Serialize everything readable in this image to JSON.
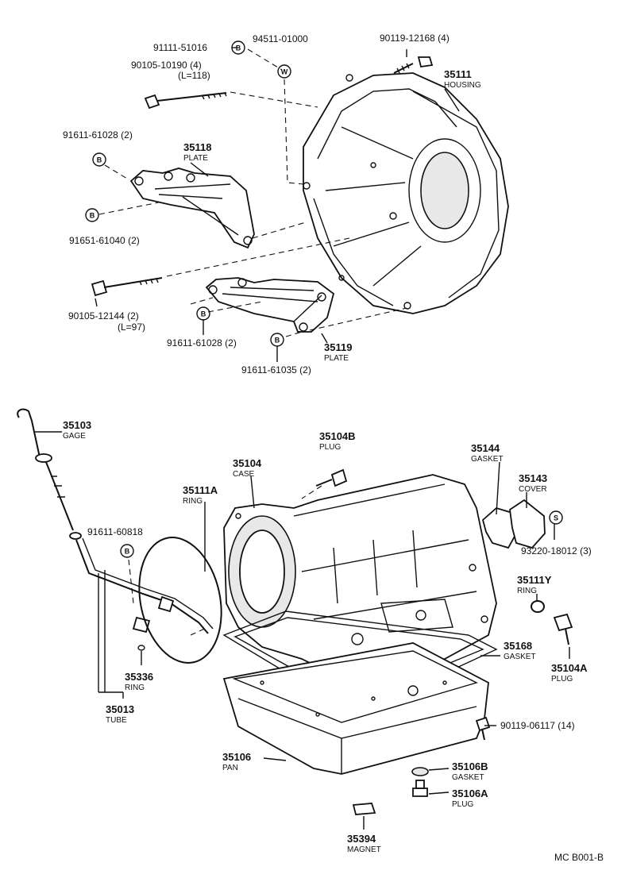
{
  "symbols": {
    "bolt": "B",
    "washer": "W",
    "screw": "S"
  },
  "labels": {
    "p91111_51016": "91111-51016",
    "p94511_01000": "94511-01000",
    "p90119_12168": "90119-12168 (4)",
    "p90105_10190": "90105-10190 (4)",
    "p90105_10190_len": "(L=118)",
    "p35111": "35111",
    "p35111_name": "HOUSING",
    "p91611_61028_top": "91611-61028 (2)",
    "p35118": "35118",
    "p35118_name": "PLATE",
    "p91651_61040": "91651-61040 (2)",
    "p90105_12144": "90105-12144 (2)",
    "p90105_12144_len": "(L=97)",
    "p91611_61028_bot": "91611-61028 (2)",
    "p35119": "35119",
    "p35119_name": "PLATE",
    "p91611_61035": "91611-61035 (2)",
    "p35103": "35103",
    "p35103_name": "GAGE",
    "p35104b": "35104B",
    "p35104b_name": "PLUG",
    "p35104": "35104",
    "p35104_name": "CASE",
    "p35111a": "35111A",
    "p35111a_name": "RING",
    "p35144": "35144",
    "p35144_name": "GASKET",
    "p35143": "35143",
    "p35143_name": "COVER",
    "p93220_18012": "93220-18012 (3)",
    "p91611_60818": "91611-60818",
    "p35111y": "35111Y",
    "p35111y_name": "RING",
    "p35104a": "35104A",
    "p35104a_name": "PLUG",
    "p35168": "35168",
    "p35168_name": "GASKET",
    "p35336": "35336",
    "p35336_name": "RING",
    "p35013": "35013",
    "p35013_name": "TUBE",
    "p90119_06117": "90119-06117 (14)",
    "p35106": "35106",
    "p35106_name": "PAN",
    "p35106b": "35106B",
    "p35106b_name": "GASKET",
    "p35106a": "35106A",
    "p35106a_name": "PLUG",
    "p35394": "35394",
    "p35394_name": "MAGNET",
    "code": "MC B001-B"
  }
}
